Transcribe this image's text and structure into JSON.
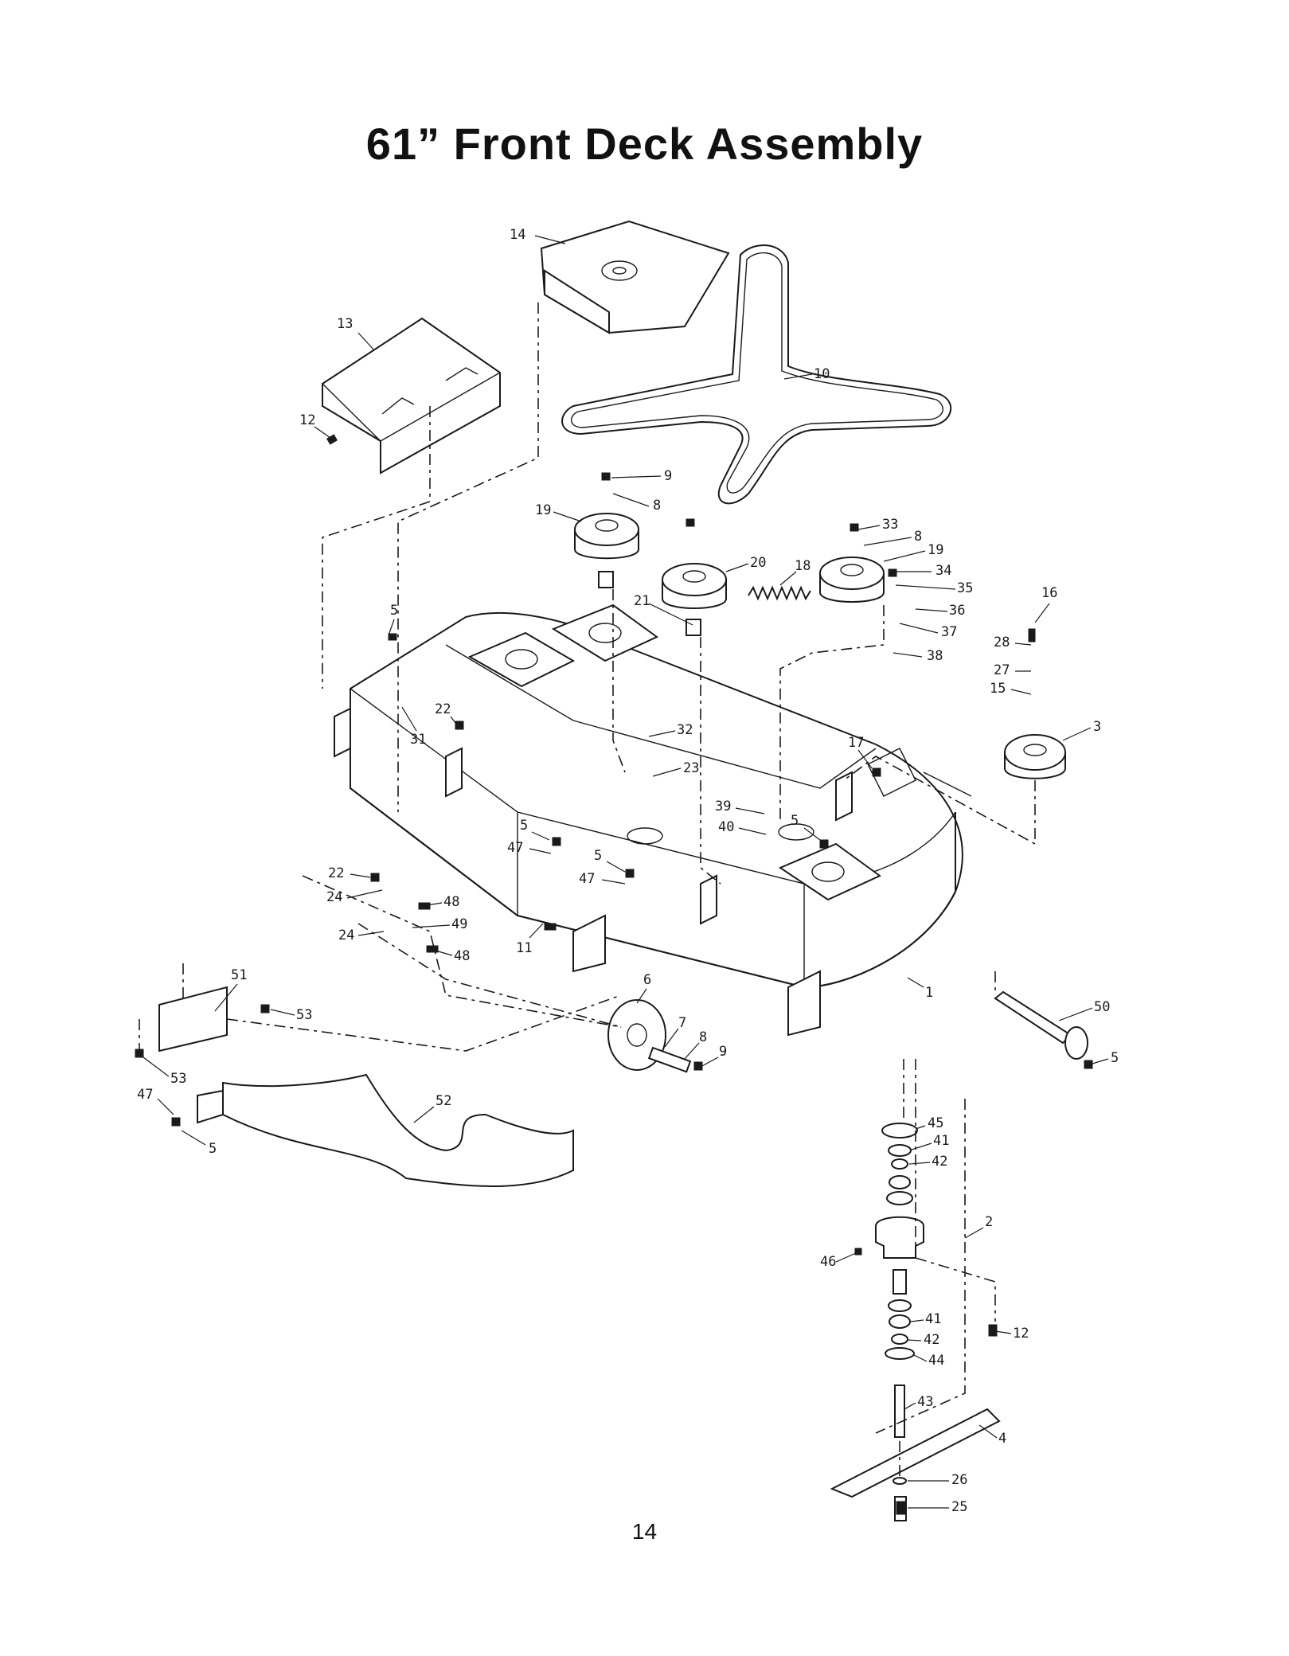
{
  "title": "61” Front Deck Assembly",
  "page_number": "14",
  "callouts": [
    {
      "label": "14"
    },
    {
      "label": "10"
    },
    {
      "label": "13"
    },
    {
      "label": "12"
    },
    {
      "label": "9"
    },
    {
      "label": "8"
    },
    {
      "label": "19"
    },
    {
      "label": "20"
    },
    {
      "label": "33"
    },
    {
      "label": "8"
    },
    {
      "label": "18"
    },
    {
      "label": "19"
    },
    {
      "label": "34"
    },
    {
      "label": "35"
    },
    {
      "label": "36"
    },
    {
      "label": "16"
    },
    {
      "label": "21"
    },
    {
      "label": "5"
    },
    {
      "label": "37"
    },
    {
      "label": "28"
    },
    {
      "label": "38"
    },
    {
      "label": "27"
    },
    {
      "label": "15"
    },
    {
      "label": "22"
    },
    {
      "label": "32"
    },
    {
      "label": "31"
    },
    {
      "label": "3"
    },
    {
      "label": "17"
    },
    {
      "label": "23"
    },
    {
      "label": "39"
    },
    {
      "label": "5"
    },
    {
      "label": "40"
    },
    {
      "label": "5"
    },
    {
      "label": "47"
    },
    {
      "label": "5"
    },
    {
      "label": "47"
    },
    {
      "label": "22"
    },
    {
      "label": "24"
    },
    {
      "label": "48"
    },
    {
      "label": "49"
    },
    {
      "label": "24"
    },
    {
      "label": "11"
    },
    {
      "label": "48"
    },
    {
      "label": "51"
    },
    {
      "label": "6"
    },
    {
      "label": "1"
    },
    {
      "label": "53"
    },
    {
      "label": "7"
    },
    {
      "label": "50"
    },
    {
      "label": "8"
    },
    {
      "label": "9"
    },
    {
      "label": "5"
    },
    {
      "label": "53"
    },
    {
      "label": "47"
    },
    {
      "label": "52"
    },
    {
      "label": "45"
    },
    {
      "label": "5"
    },
    {
      "label": "41"
    },
    {
      "label": "42"
    },
    {
      "label": "2"
    },
    {
      "label": "46"
    },
    {
      "label": "12"
    },
    {
      "label": "41"
    },
    {
      "label": "42"
    },
    {
      "label": "44"
    },
    {
      "label": "43"
    },
    {
      "label": "4"
    },
    {
      "label": "26"
    },
    {
      "label": "25"
    }
  ]
}
